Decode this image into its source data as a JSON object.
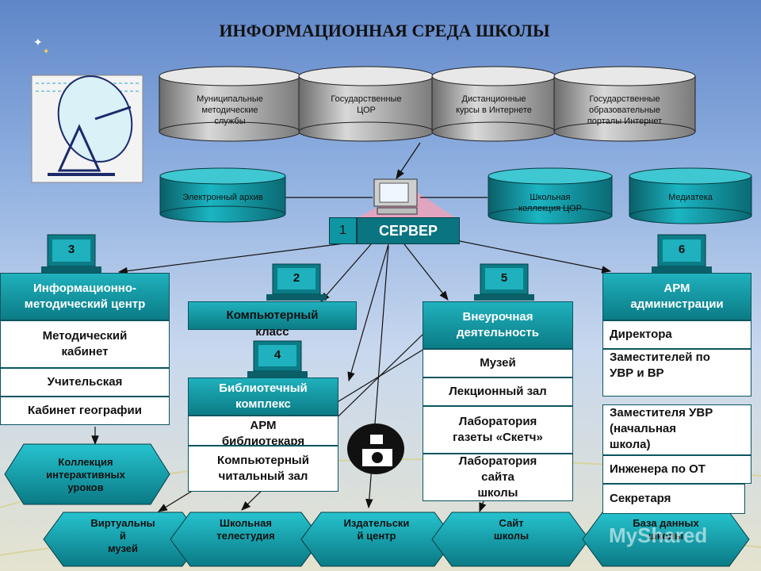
{
  "title": "ИНФОРМАЦИОННАЯ СРЕДА ШКОЛЫ",
  "top_databases": [
    {
      "lines": [
        "Муниципальные",
        "методические",
        "службы"
      ]
    },
    {
      "lines": [
        "Государственные",
        "ЦОР"
      ]
    },
    {
      "lines": [
        "Дистанционные",
        "курсы в Интернете"
      ]
    },
    {
      "lines": [
        "Государственные",
        "образовательные",
        "порталы  Интернет"
      ]
    }
  ],
  "mid_databases": [
    {
      "lines": [
        "Электронный архив"
      ]
    },
    {
      "lines": [
        "Школьная",
        "коллекция ЦОР"
      ]
    },
    {
      "lines": [
        "Медиатека"
      ]
    }
  ],
  "server": {
    "number": "1",
    "label": "СЕРВЕР"
  },
  "nodes": {
    "n3": {
      "number": "3",
      "header": [
        "Информационно-",
        "методический центр"
      ],
      "items": [
        [
          "Методический",
          "кабинет"
        ],
        [
          "Учительская"
        ],
        [
          "Кабинет географии"
        ]
      ]
    },
    "n2": {
      "number": "2",
      "header": [
        "Компьютерный",
        "класс"
      ]
    },
    "n4": {
      "number": "4",
      "header": [
        "Библиотечный",
        "комплекс"
      ],
      "items": [
        [
          "АРМ",
          "библиотекаря"
        ],
        [
          "Компьютерный",
          "читальный зал"
        ]
      ]
    },
    "n5": {
      "number": "5",
      "header": [
        "Внеурочная",
        "деятельность"
      ],
      "items": [
        [
          "Музей"
        ],
        [
          "Лекционный зал"
        ],
        [
          "Лаборатория",
          "газеты «Скетч»"
        ],
        [
          "Лаборатория",
          "сайта",
          "школы"
        ]
      ]
    },
    "n6": {
      "number": "6",
      "header": [
        "АРМ",
        "администрации"
      ],
      "items": [
        [
          "Директора"
        ],
        [
          "Заместителей по",
          "УВР и ВР"
        ],
        [
          "Заместителя УВР",
          "(начальная",
          "школа)"
        ],
        [
          "Инженера по ОТ"
        ],
        [
          "Секретаря"
        ]
      ]
    }
  },
  "collection": {
    "lines": [
      "Коллекция",
      "интерактивных",
      "уроков"
    ]
  },
  "bottom_row": [
    {
      "lines": [
        "Виртуальны",
        "й",
        "музей"
      ]
    },
    {
      "lines": [
        "Школьная",
        "телестудия"
      ]
    },
    {
      "lines": [
        "Издательски",
        "й центр"
      ]
    },
    {
      "lines": [
        "Сайт",
        "школы"
      ]
    },
    {
      "lines": [
        "База данных",
        "школы"
      ]
    }
  ],
  "watermark": "MyShared",
  "colors": {
    "teal": "#0b8a95",
    "teal_dark": "#0a5e66",
    "bg_top": "#5f86c8",
    "bg_bottom": "#e4e3cf"
  },
  "icons": [
    "satellite-dish-icon",
    "computer-monitor-icon",
    "camera-icon"
  ]
}
